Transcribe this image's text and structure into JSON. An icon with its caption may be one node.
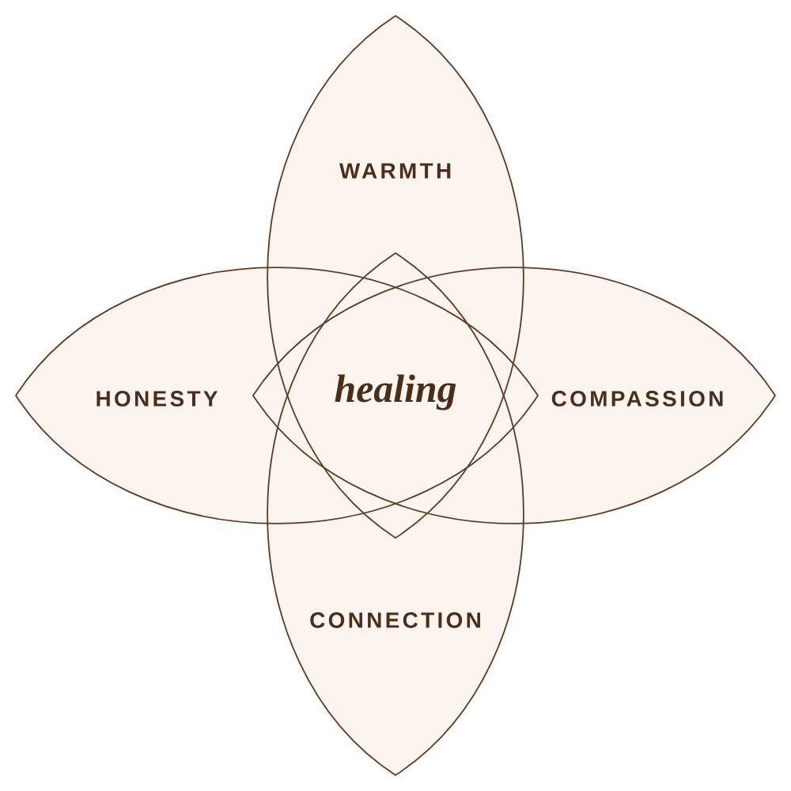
{
  "diagram": {
    "nodes": [
      {
        "text": [
          "WARMTH"
        ]
      },
      {
        "text": [
          "HONESTY"
        ]
      },
      {
        "text": [
          "healing"
        ]
      },
      {
        "text": [
          "COMPASSION"
        ]
      },
      {
        "text": [
          "CONNECTION"
        ]
      }
    ]
  }
}
